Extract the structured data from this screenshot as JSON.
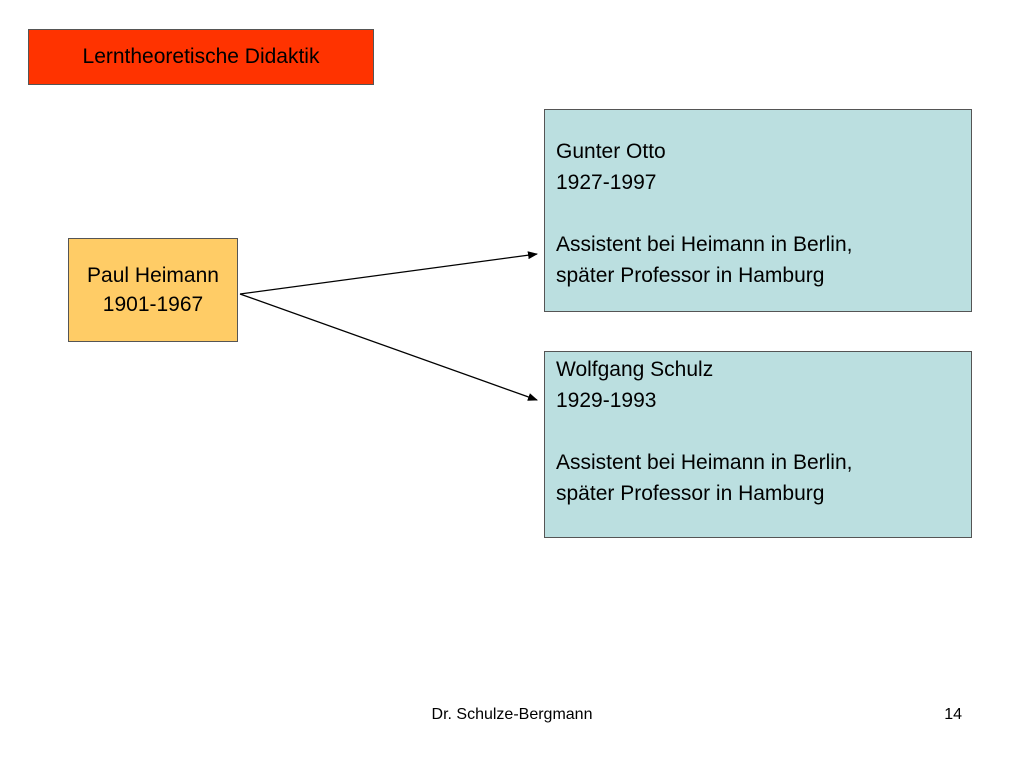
{
  "colors": {
    "title_fill": "#ff3300",
    "root_fill": "#ffcc66",
    "child_fill": "#bbdfe0"
  },
  "slide": {
    "title": "Lerntheoretische Didaktik",
    "root": {
      "name": "Paul Heimann",
      "years": "1901-1967"
    },
    "children": [
      {
        "name": "Gunter Otto",
        "years": "1927-1997",
        "desc_line1": "Assistent bei Heimann in Berlin,",
        "desc_line2": "später Professor in Hamburg"
      },
      {
        "name": "Wolfgang Schulz",
        "years": "1929-1993",
        "desc_line1": "Assistent bei Heimann in Berlin,",
        "desc_line2": "später Professor in Hamburg"
      }
    ]
  },
  "footer": {
    "author": "Dr. Schulze-Bergmann",
    "page": "14"
  }
}
